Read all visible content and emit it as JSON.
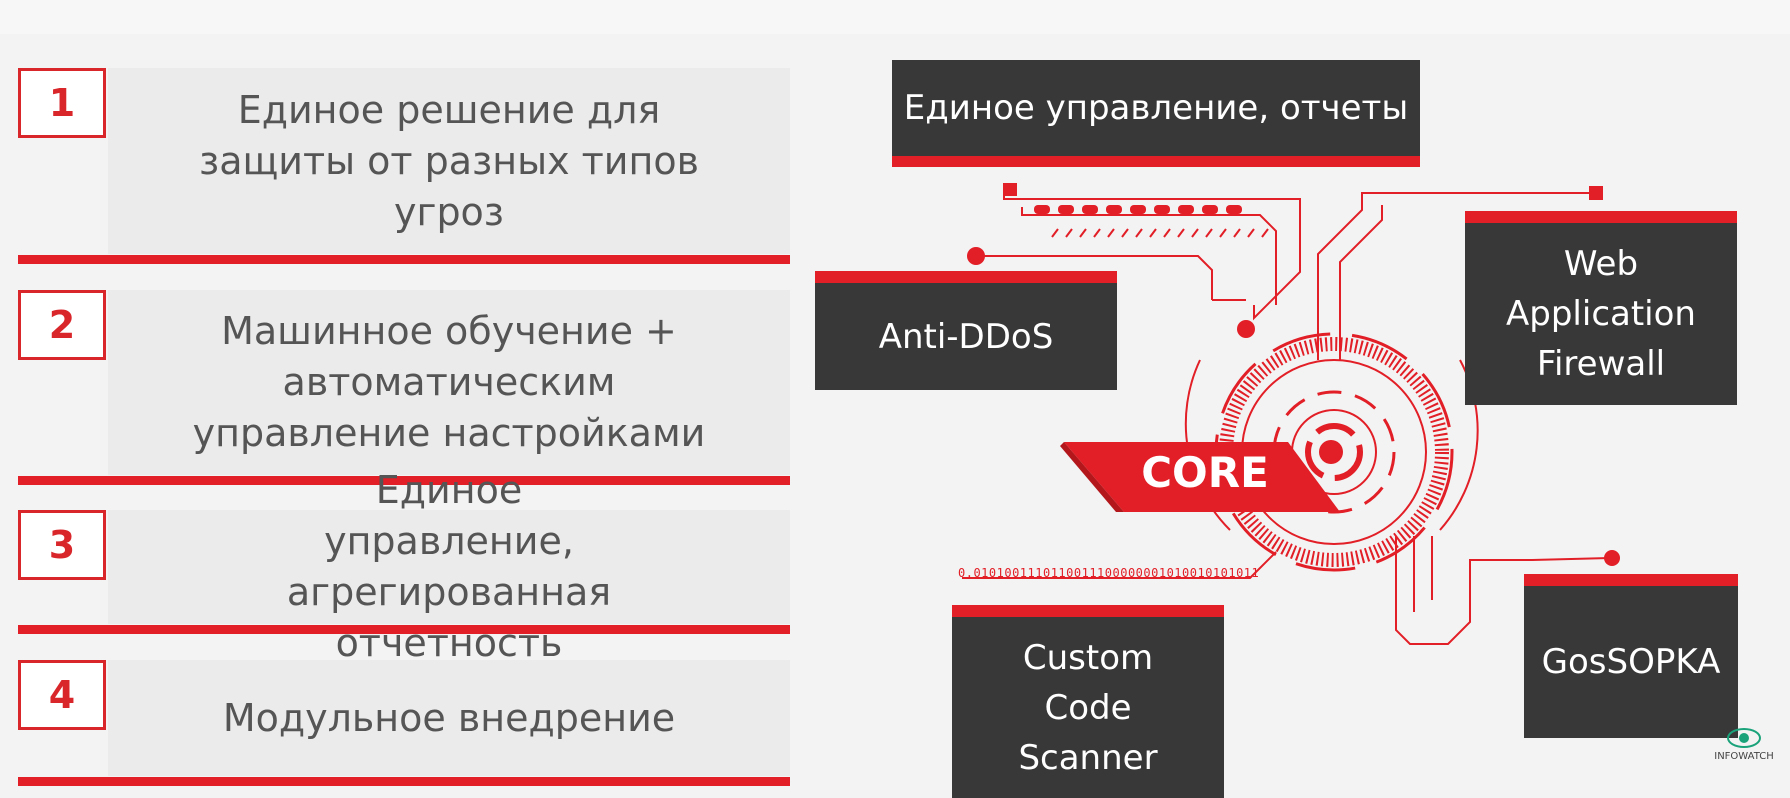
{
  "items": [
    {
      "num": "1",
      "text": "Единое решение для защиты от разных типов угроз"
    },
    {
      "num": "2",
      "text": "Машинное обучение + автоматическим управление настройками"
    },
    {
      "num": "3",
      "text": "Единое управление, агрегированная отчетность"
    },
    {
      "num": "4",
      "text": "Модульное внедрение"
    }
  ],
  "diagram": {
    "top_box": "Единое управление, отчеты",
    "anti_ddos": "Anti-DDoS",
    "waf_line1": "Web",
    "waf_line2": "Application",
    "waf_line3": "Firewall",
    "core": "CORE",
    "binary": "0.0101001110110011100000001010010101011",
    "ccs_line1": "Custom",
    "ccs_line2": "Code",
    "ccs_line3": "Scanner",
    "gossopka": "GosSOPKA"
  },
  "logo": {
    "brand": "INFOWATCH"
  },
  "colors": {
    "accent": "#e21e26",
    "box": "#383838",
    "panel": "#ebebeb"
  }
}
